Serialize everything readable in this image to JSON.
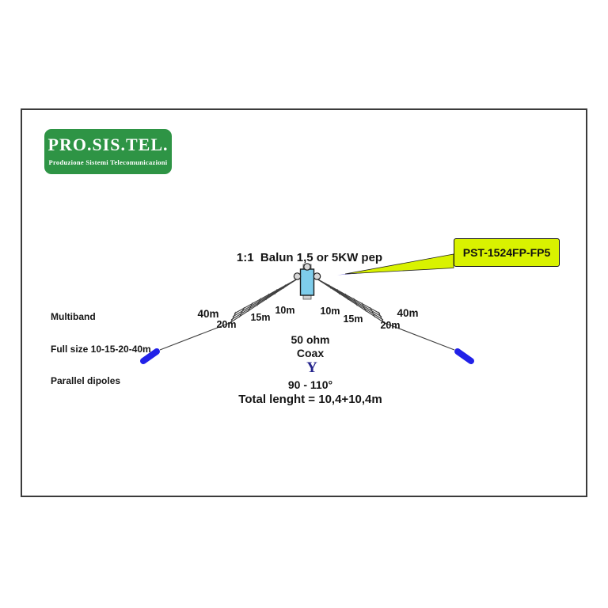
{
  "logo": {
    "title": "PRO.SIS.TEL.",
    "subtitle": "Produzione Sistemi Telecomunicazioni"
  },
  "colors": {
    "logo_green": "#2E9445",
    "callout_yellow": "#D9F200",
    "insulator_blue": "#2121E8",
    "balun_body_blue": "#7ECDEB",
    "connector_navy": "#24248c"
  },
  "icons": {
    "coax_connector_glyph": "Y"
  },
  "diagram": {
    "balun_title": "1:1  Balun 1,5 or 5KW pep",
    "model_callout": "PST-1524FP-FP5",
    "description_lines": [
      "Multiband",
      "Full size 10-15-20-40m",
      "Parallel dipoles"
    ],
    "wire_labels": {
      "m40": "40m",
      "m20": "20m",
      "m15": "15m",
      "m10": "10m"
    },
    "feed": {
      "impedance": "50 ohm",
      "cable": "Coax",
      "angle_range": "90 - 110°",
      "total_length": "Total lenght = 10,4+10,4m"
    }
  }
}
